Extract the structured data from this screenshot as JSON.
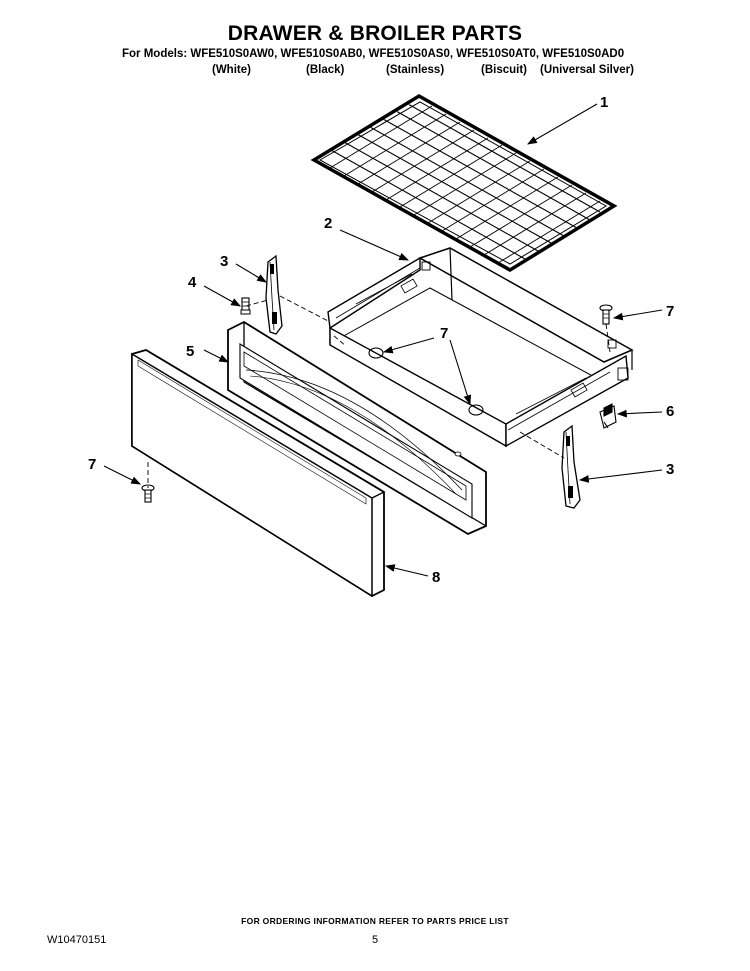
{
  "header": {
    "title": "DRAWER & BROILER PARTS",
    "models_line": "For Models: WFE510S0AW0, WFE510S0AB0, WFE510S0AS0, WFE510S0AT0, WFE510S0AD0",
    "colors": [
      "(White)",
      "(Black)",
      "(Stainless)",
      "(Biscuit)",
      "(Universal Silver)"
    ]
  },
  "callouts": {
    "rack": "1",
    "drawer_body": "2",
    "glide_left": "3",
    "glide_right": "3",
    "stud": "4",
    "inner_panel": "5",
    "bracket": "6",
    "screw_right": "7",
    "screw_center": "7",
    "screw_left": "7",
    "drawer_front": "8"
  },
  "footer": {
    "note": "FOR ORDERING INFORMATION REFER TO PARTS PRICE LIST",
    "doc_number": "W10470151",
    "page": "5"
  }
}
